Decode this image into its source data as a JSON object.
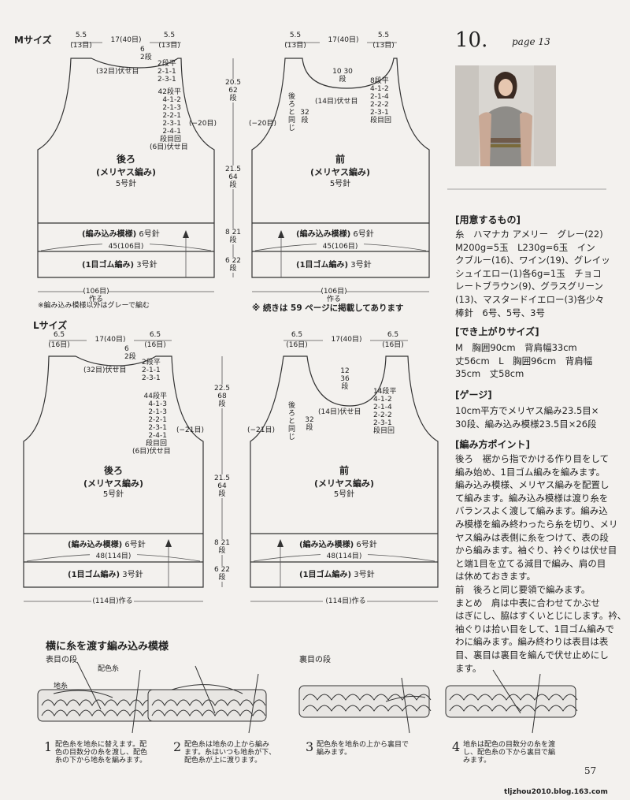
{
  "pattern": {
    "number": "10.",
    "page_ref": "page 13"
  },
  "size_m": {
    "label": "Mサイズ",
    "back": {
      "top_side": "5.5",
      "top_side_stitches": "(13目)",
      "top_center": "17(40目)",
      "neck_rows": "2段",
      "neck_rows_b": "6",
      "neck_bind": "(32目)伏せ目",
      "neck_dec": "2段平\n2-1-1\n2-3-1",
      "arm_dec": "42段平\n4-1-2\n2-1-3\n2-2-1\n2-3-1\n2-4-1\n段目回\n(6目)伏せ目",
      "arm_minus": "(−20目)",
      "title": "後ろ",
      "stitch": "(メリヤス編み)",
      "needle": "5号針",
      "colorwork": "(編み込み模様)",
      "colorwork_needle": "6号針",
      "width_in": "45(106目)",
      "rib": "(1目ゴム編み)",
      "rib_needle": "3号針",
      "cast_on": "(106目)作る"
    },
    "side": {
      "armhole_cm": "20.5",
      "armhole_rows": "62",
      "armhole_unit": "段",
      "body_cm": "21.5",
      "body_rows": "64",
      "body_unit": "段",
      "pattern_cm": "8",
      "pattern_rows": "21",
      "pattern_unit": "段",
      "rib_cm": "6",
      "rib_rows": "22",
      "rib_unit": "段"
    },
    "front": {
      "top_side": "5.5",
      "top_side_stitches": "(13目)",
      "top_center": "17(40目)",
      "neck_depth_cm": "10",
      "neck_depth_rows": "30",
      "neck_depth_unit": "段",
      "neck_dec": "8段平\n4-1-2\n2-1-4\n2-2-2\n2-3-1\n段目回",
      "neck_bind": "(14目)伏せ目",
      "same_as_back": "後ろと同じ",
      "arm_rows": "32",
      "arm_unit": "段",
      "arm_minus": "(−20目)",
      "title": "前",
      "stitch": "(メリヤス編み)",
      "needle": "5号針",
      "colorwork": "(編み込み模様)",
      "colorwork_needle": "6号針",
      "width_in": "45(106目)",
      "rib": "(1目ゴム編み)",
      "rib_needle": "3号針",
      "cast_on": "(106目)作る"
    },
    "note_gray": "※編み込み模様以外はグレーで編む",
    "note_continued": "※ 続きは 59 ページに掲載してあります"
  },
  "size_l": {
    "label": "Lサイズ",
    "back": {
      "top_side": "6.5",
      "top_side_stitches": "(16目)",
      "top_center": "17(40目)",
      "neck_rows": "2段",
      "neck_rows_b": "6",
      "neck_bind": "(32目)伏せ目",
      "neck_dec": "2段平\n2-1-1\n2-3-1",
      "arm_dec": "44段平\n4-1-3\n2-1-3\n2-2-1\n2-3-1\n2-4-1\n段目回\n(6目)伏せ目",
      "arm_minus": "(−21目)",
      "title": "後ろ",
      "stitch": "(メリヤス編み)",
      "needle": "5号針",
      "colorwork": "(編み込み模様)",
      "colorwork_needle": "6号針",
      "width_in": "48(114目)",
      "rib": "(1目ゴム編み)",
      "rib_needle": "3号針",
      "cast_on": "(114目)作る"
    },
    "side": {
      "armhole_cm": "22.5",
      "armhole_rows": "68",
      "armhole_unit": "段",
      "body_cm": "21.5",
      "body_rows": "64",
      "body_unit": "段",
      "pattern_cm": "8",
      "pattern_rows": "21",
      "pattern_unit": "段",
      "rib_cm": "6",
      "rib_rows": "22",
      "rib_unit": "段"
    },
    "front": {
      "top_side": "6.5",
      "top_side_stitches": "(16目)",
      "top_center": "17(40目)",
      "neck_depth_cm": "12",
      "neck_depth_rows": "36",
      "neck_depth_unit": "段",
      "neck_dec": "14段平\n4-1-2\n2-1-4\n2-2-2\n2-3-1\n段目回",
      "neck_bind": "(14目)伏せ目",
      "same_as_back": "後ろと同じ",
      "arm_rows": "32",
      "arm_unit": "段",
      "arm_minus": "(−21目)",
      "title": "前",
      "stitch": "(メリヤス編み)",
      "needle": "5号針",
      "colorwork": "(編み込み模様)",
      "colorwork_needle": "6号針",
      "width_in": "48(114目)",
      "rib": "(1目ゴム編み)",
      "rib_needle": "3号針",
      "cast_on": "(114目)作る"
    }
  },
  "materials": {
    "heading": "[用意するもの]",
    "text": "糸　ハマナカ アメリー　グレー(22)\nM200g=5玉　L230g=6玉　イン\nクブルー(16)、ワイン(19)、グレイッ\nシュイエロー(1)各6g=1玉　チョコ\nレートブラウン(9)、グラスグリーン\n(13)、マスタードイエロー(3)各少々\n棒針　6号、5号、3号"
  },
  "finished_size": {
    "heading": "[でき上がりサイズ]",
    "text": "M　胸囲90cm　背肩幅33cm\n丈56cm　L　胸囲96cm　背肩幅\n35cm　丈58cm"
  },
  "gauge": {
    "heading": "[ゲージ]",
    "text": "10cm平方でメリヤス編み23.5目×\n30段、編み込み模様23.5目×26段"
  },
  "points": {
    "heading": "[編み方ポイント]",
    "text": "後ろ　裾から指でかける作り目をして\n編み始め、1目ゴム編みを編みます。\n編み込み模様、メリヤス編みを配置し\nて編みます。編み込み模様は渡り糸を\nバランスよく渡して編みます。編み込\nみ模様を編み終わったら糸を切り、メリ\nヤス編みは表側に糸をつけて、表の段\nから編みます。袖ぐり、衿ぐりは伏せ目\nと端1目を立てる減目で編み、肩の目\nは休めておきます。\n前　後ろと同じ要領で編みます。\nまとめ　肩は中表に合わせてかぶせ\nはぎにし、脇はすくいとじにします。衿、\n袖ぐりは拾い目をして、1目ゴム編みで\nわに編みます。編み終わりは表目は表\n目、裏目は裏目を編んで伏せ止めにし\nます。"
  },
  "technique": {
    "title": "横に糸を渡す編み込み模様",
    "front_row": "表目の段",
    "back_row": "裏目の段",
    "contrast": "配色糸",
    "main": "地糸",
    "steps": [
      {
        "num": "1",
        "text": "配色糸を地糸に替えます。配\n色の目数分の糸を渡し、配色\n糸の下から地糸を編みます。"
      },
      {
        "num": "2",
        "text": "配色糸は地糸の上から編み\nます。糸はいつも地糸が下、\n配色糸が上に渡ります。"
      },
      {
        "num": "3",
        "text": "配色糸を地糸の上から裏目で\n編みます。"
      },
      {
        "num": "4",
        "text": "地糸は配色の目数分の糸を渡\nし、配色糸の下から裏目で編\nみます。"
      }
    ]
  },
  "page_number": "57",
  "watermark": "tljzhou2010.blog.163.com"
}
